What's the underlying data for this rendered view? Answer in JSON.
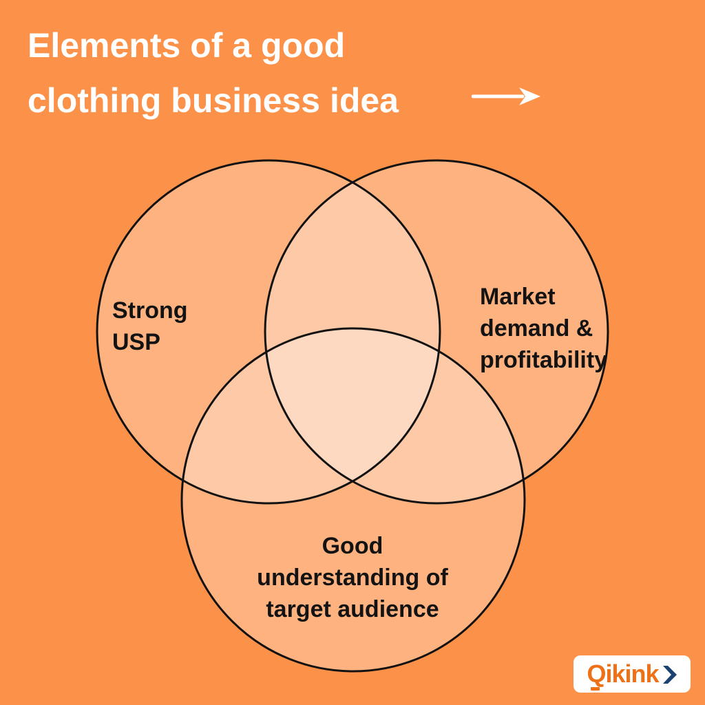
{
  "background_color": "#FC9149",
  "title": {
    "line1": "Elements of a good",
    "line2": "clothing business idea",
    "arrow_icon": "right-arrow-icon",
    "text_color": "#FFFFFF"
  },
  "venn": {
    "type": "venn-diagram",
    "circle_fill": "#FFFFFF",
    "circle_fill_opacity": "30%",
    "outline_color": "#121212",
    "single_region_color": "#FDB280",
    "double_overlap_color": "#FEC9A6",
    "triple_overlap_color": "#FED9C1",
    "sets": [
      {
        "name": "strong-usp",
        "lines": [
          "Strong",
          "USP"
        ]
      },
      {
        "name": "market-demand-profitability",
        "lines": [
          "Market",
          "demand &",
          "profitability"
        ]
      },
      {
        "name": "good-understanding-target-audience",
        "lines": [
          "Good",
          "understanding of",
          "target audience"
        ]
      }
    ]
  },
  "logo": {
    "brand_q": "Q",
    "brand_rest": "ikink",
    "chevron_icon": "chevron-right-icon",
    "text_color": "#EE7118",
    "chevron_color": "#1C4273"
  }
}
